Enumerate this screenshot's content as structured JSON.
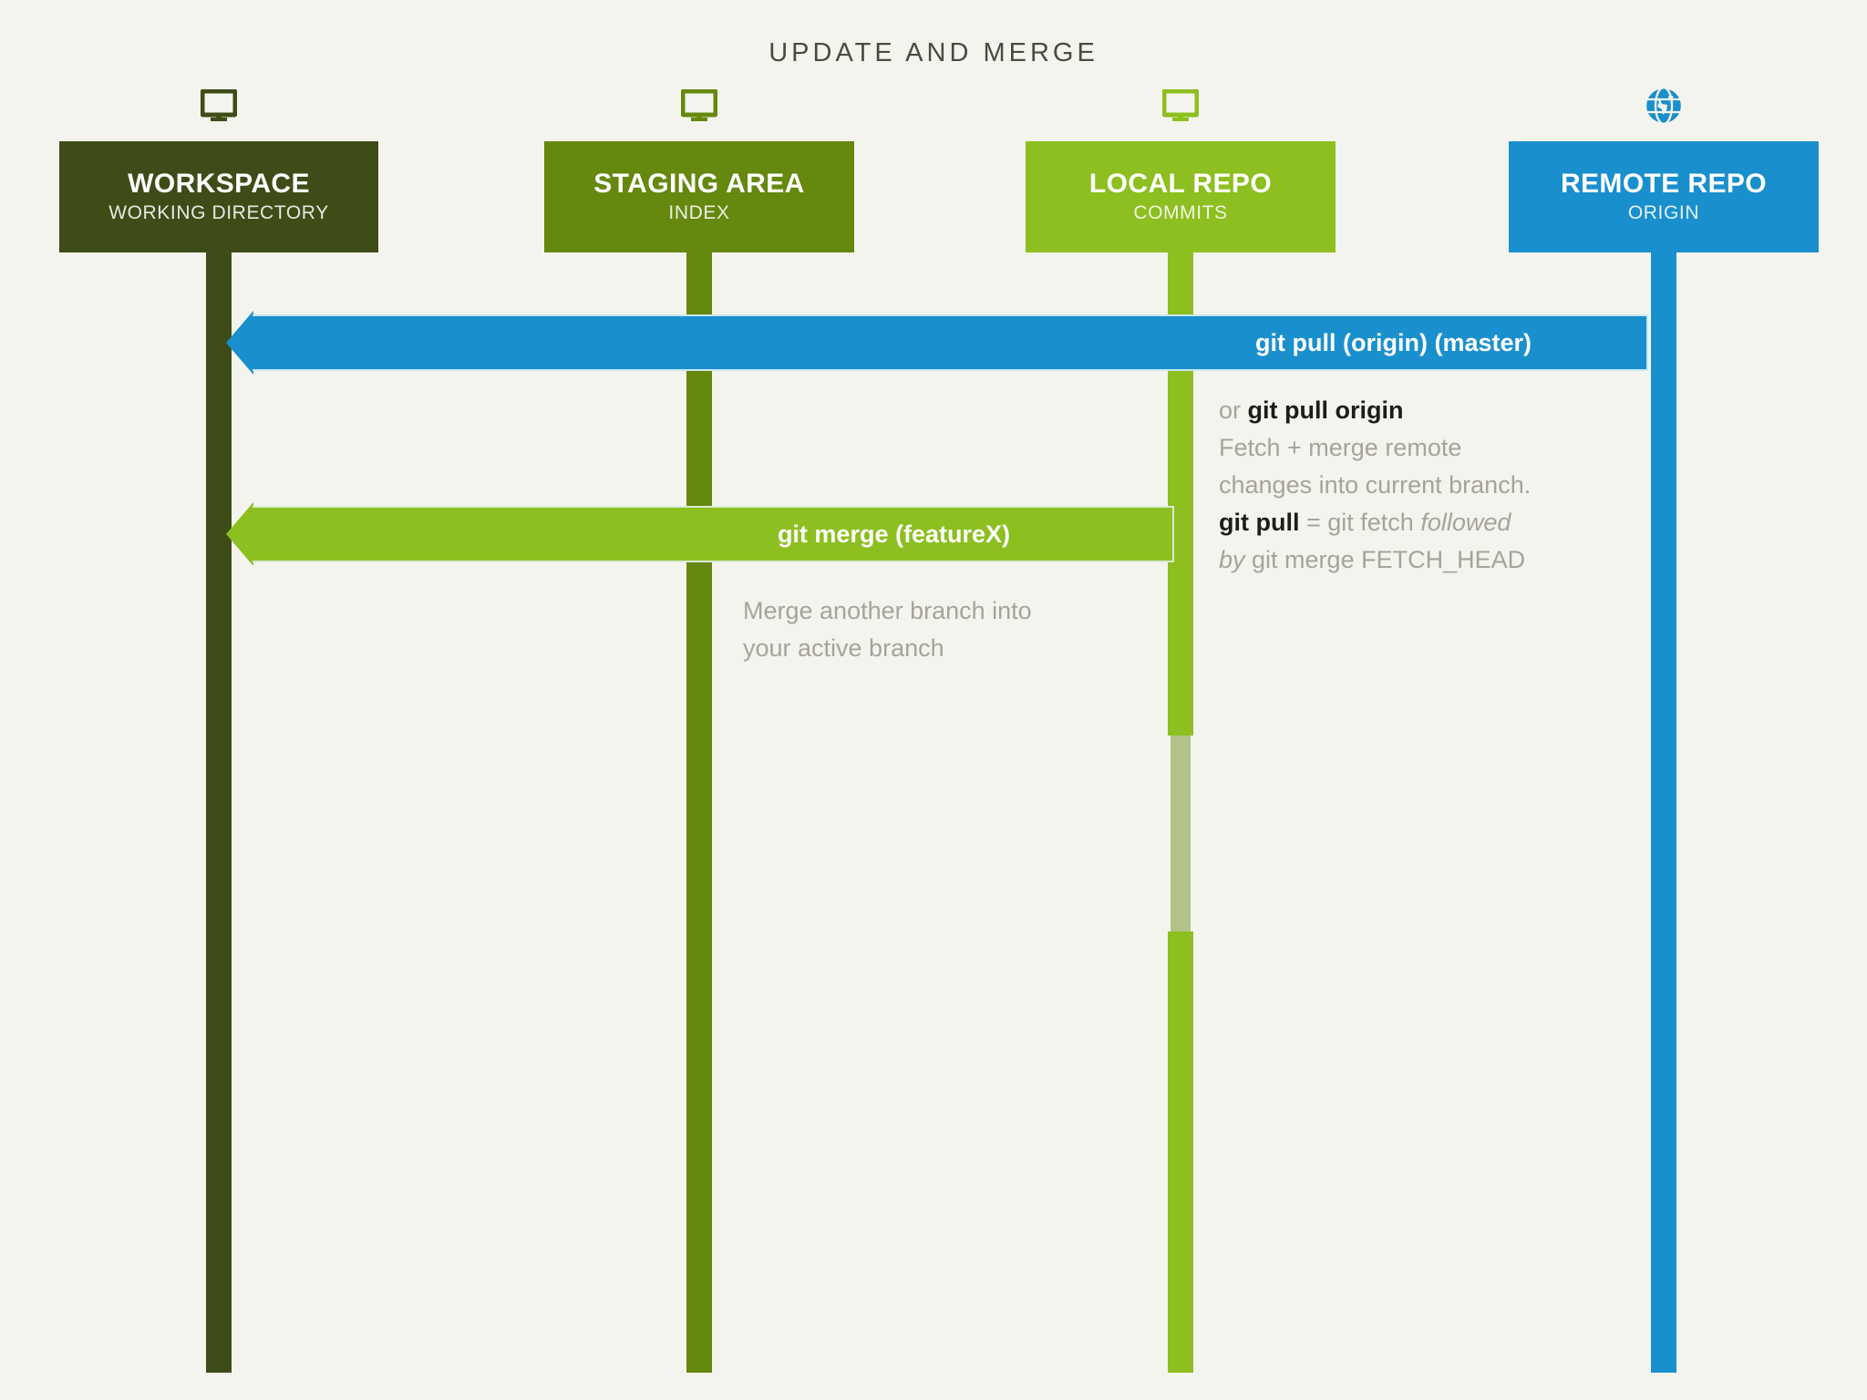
{
  "diagram": {
    "title": "UPDATE AND MERGE",
    "background_color": "#f4f4ee"
  },
  "columns": [
    {
      "id": "workspace",
      "title": "WORKSPACE",
      "subtitle": "WORKING DIRECTORY",
      "icon": "monitor-icon",
      "color": "#3e4c17"
    },
    {
      "id": "staging-area",
      "title": "STAGING AREA",
      "subtitle": "INDEX",
      "icon": "monitor-icon",
      "color": "#65880f"
    },
    {
      "id": "local-repo",
      "title": "LOCAL REPO",
      "subtitle": "COMMITS",
      "icon": "monitor-icon",
      "color": "#8cbf1f"
    },
    {
      "id": "remote-repo",
      "title": "REMOTE REPO",
      "subtitle": "ORIGIN",
      "icon": "globe-icon",
      "color": "#1a8fcd"
    }
  ],
  "arrows": [
    {
      "id": "git-pull",
      "label": "git pull (origin) (master)",
      "color": "#1a8fcd",
      "direction": "left",
      "from": "remote-repo",
      "to": "workspace"
    },
    {
      "id": "git-merge",
      "label": "git merge (featureX)",
      "color": "#8cbf1f",
      "direction": "left",
      "from": "local-repo",
      "to": "workspace"
    }
  ],
  "notes": {
    "pull": {
      "line1_prefix": "or ",
      "line1_command": "git pull origin",
      "line2": "Fetch + merge remote",
      "line3": "changes into current branch.",
      "line4_command": "git pull",
      "line4_rest": " = git fetch ",
      "line4_italic": "followed",
      "line5_italic": "by",
      "line5_rest": " git merge FETCH_HEAD"
    },
    "merge": {
      "line1": "Merge another branch into",
      "line2": "your active branch"
    }
  }
}
